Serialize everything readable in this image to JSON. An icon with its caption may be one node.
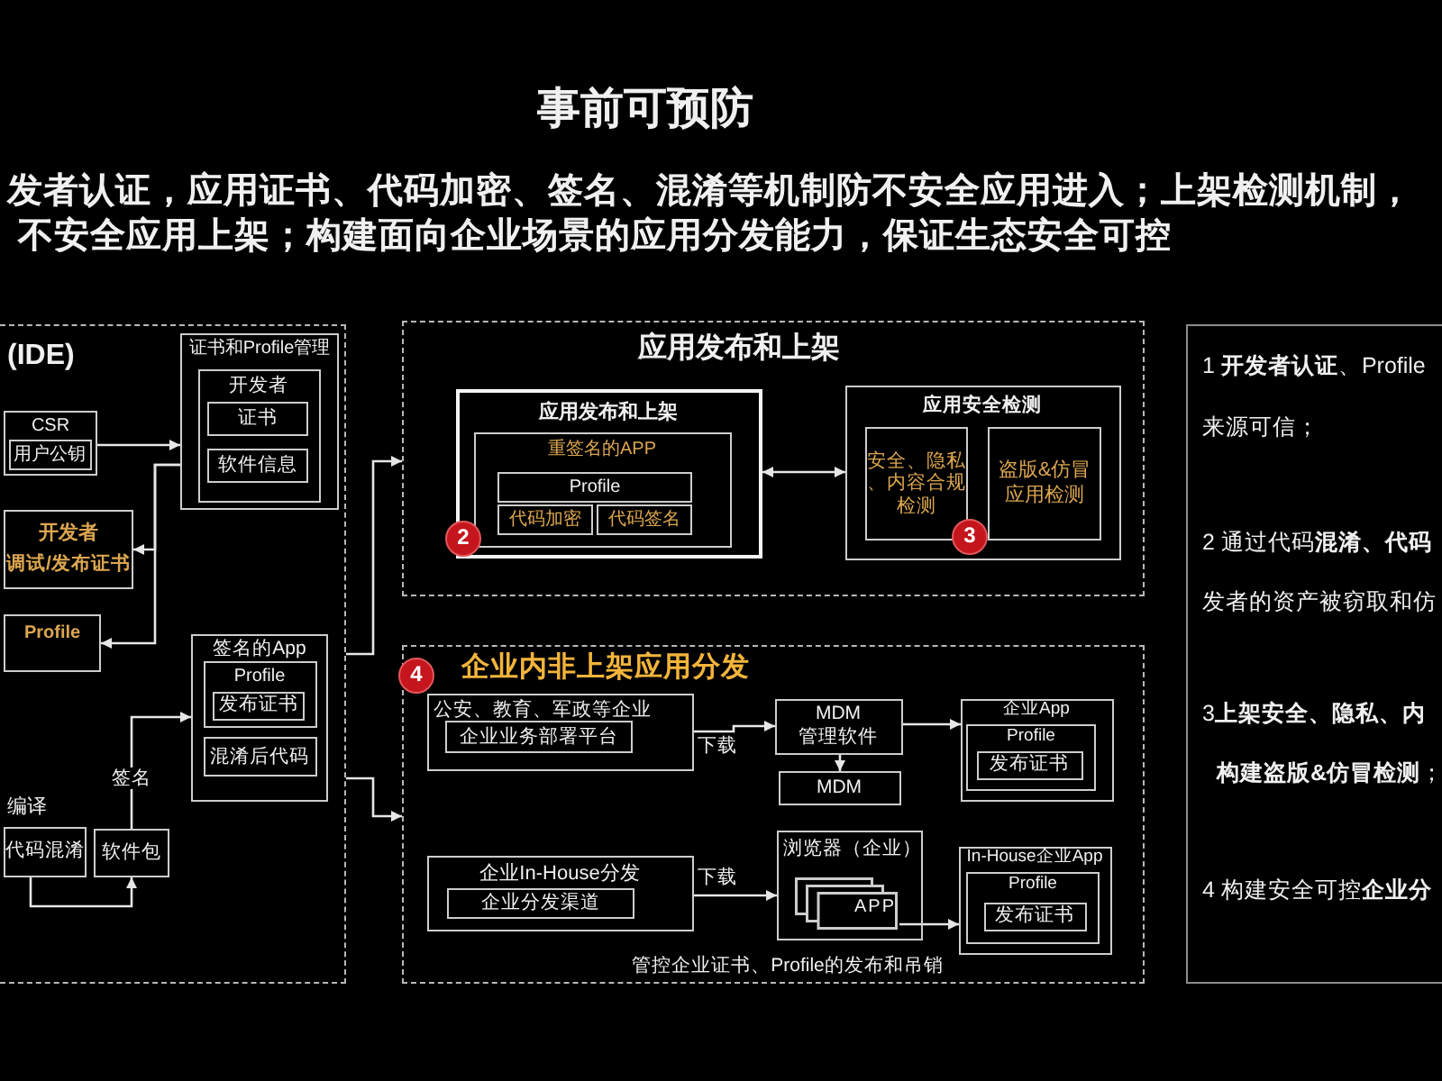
{
  "diagram": {
    "title": "事前可预防",
    "nodes": [
      {
        "text": [
          "(IDE)"
        ]
      },
      {
        "text": [
          "CSR"
        ],
        "in": 0
      },
      {
        "text": [
          "用户公钥"
        ],
        "in": 1
      },
      {
        "text": [
          "开发者",
          "调试/发布证书"
        ],
        "in": 0
      },
      {
        "text": [
          "Profile"
        ],
        "in": 0
      },
      {
        "text": [
          "证书和Profile管理"
        ],
        "in": 0
      },
      {
        "text": [
          "开发者"
        ],
        "in": 5
      },
      {
        "text": [
          "证书"
        ],
        "in": 6
      },
      {
        "text": [
          "软件信息"
        ],
        "in": 6
      },
      {
        "text": [
          "签名的App"
        ],
        "in": 0
      },
      {
        "text": [
          "Profile"
        ],
        "in": 9
      },
      {
        "text": [
          "发布证书"
        ],
        "in": 10
      },
      {
        "text": [
          "混淆后代码"
        ],
        "in": 9
      },
      {
        "text": [
          "编译",
          "代码混淆"
        ],
        "in": 0
      },
      {
        "text": [
          "软件包"
        ],
        "in": 0
      },
      {
        "text": [
          "应用发布和上架"
        ]
      },
      {
        "text": [
          "应用发布和上架"
        ],
        "in": 15
      },
      {
        "text": [
          "重签名的APP"
        ],
        "in": 16
      },
      {
        "text": [
          "Profile"
        ],
        "in": 17
      },
      {
        "text": [
          "代码加密"
        ],
        "in": 17
      },
      {
        "text": [
          "代码签名"
        ],
        "in": 17
      },
      {
        "text": [
          "应用安全检测"
        ],
        "in": 15
      },
      {
        "text": [
          "安全、隐私、内容合规检测"
        ],
        "in": 21
      },
      {
        "text": [
          "盗版&仿冒应用检测"
        ],
        "in": 21
      },
      {
        "text": [
          "企业内非上架应用分发"
        ]
      },
      {
        "text": [
          "公安、教育、军政等企业"
        ],
        "in": 24
      },
      {
        "text": [
          "企业业务部署平台"
        ],
        "in": 25
      },
      {
        "text": [
          "MDM 管理软件"
        ],
        "in": 24
      },
      {
        "text": [
          "MDM"
        ],
        "in": 24
      },
      {
        "text": [
          "企业App"
        ],
        "in": 24
      },
      {
        "text": [
          "Profile"
        ],
        "in": 29
      },
      {
        "text": [
          "发布证书"
        ],
        "in": 30
      },
      {
        "text": [
          "企业In-House分发"
        ],
        "in": 24
      },
      {
        "text": [
          "企业分发渠道"
        ],
        "in": 32
      },
      {
        "text": [
          "浏览器（企业）"
        ],
        "in": 24
      },
      {
        "text": [
          "APP"
        ],
        "in": 34
      },
      {
        "text": [
          "In-House企业App"
        ],
        "in": 24
      },
      {
        "text": [
          "Profile"
        ],
        "in": 36
      },
      {
        "text": [
          "发布证书"
        ],
        "in": 37
      },
      {
        "text": [
          "1 **开发者认证**、Profile",
          "来源可信；",
          "2 通过代码**混淆、代码**",
          "发者的资产被窃取和仿",
          "3**上架安全、隐私、内**",
          "**构建盗版&仿冒检测**；",
          "4 构建安全可控**企业分**"
        ]
      }
    ],
    "edges": [
      {
        "from": 1,
        "to": 5,
        "arrow": "to"
      },
      {
        "from": 5,
        "to": 3,
        "arrow": "to"
      },
      {
        "from": 5,
        "to": 4,
        "arrow": "to"
      },
      {
        "from": 13,
        "to": 14,
        "arrow": "to"
      },
      {
        "from": 14,
        "to": 9,
        "arrow": "to",
        "label": "签名"
      },
      {
        "from": 0,
        "to": 15,
        "arrow": "to"
      },
      {
        "from": 0,
        "to": 24,
        "arrow": "to"
      },
      {
        "from": 16,
        "to": 21,
        "arrow": "both"
      },
      {
        "from": 25,
        "to": 27,
        "arrow": "to",
        "label": "下载"
      },
      {
        "from": 27,
        "to": 28,
        "arrow": "to"
      },
      {
        "from": 27,
        "to": 29,
        "arrow": "to"
      },
      {
        "from": 32,
        "to": 34,
        "arrow": "to",
        "label": "下载"
      },
      {
        "from": 35,
        "to": 36,
        "arrow": "to"
      }
    ],
    "labels": [
      "发者认证，应用证书、代码加密、签名、混淆等机制防不安全应用进入；上架检测机制，",
      "不安全应用上架；构建面向企业场景的应用分发能力，保证生态安全可控",
      "2",
      "3",
      "4",
      "管控企业证书、Profile的发布和吊销"
    ]
  }
}
